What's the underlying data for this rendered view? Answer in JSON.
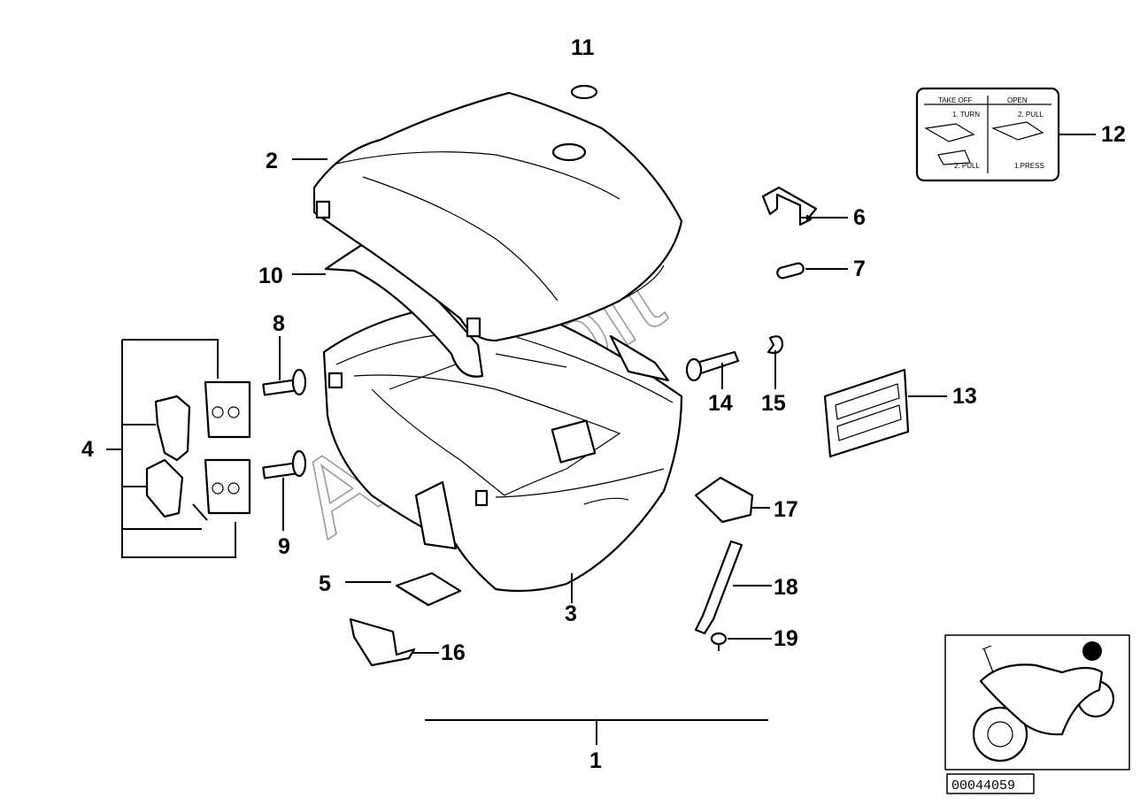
{
  "labels": {
    "l1": "1",
    "l2": "2",
    "l3": "3",
    "l4": "4",
    "l5": "5",
    "l6": "6",
    "l7": "7",
    "l8": "8",
    "l9": "9",
    "l10": "10",
    "l11": "11",
    "l12": "12",
    "l13": "13",
    "l14": "14",
    "l15": "15",
    "l16": "16",
    "l17": "17",
    "l18": "18",
    "l19": "19"
  },
  "sticker": {
    "take_off": "TAKE OFF",
    "open": "OPEN",
    "step_turn": "1. TURN",
    "step_pull_left": "2. PULL",
    "step_pull_right": "2. PULL",
    "step_press": "1.PRESS"
  },
  "watermark": "AutoSoft",
  "diagram_code": "00044059"
}
